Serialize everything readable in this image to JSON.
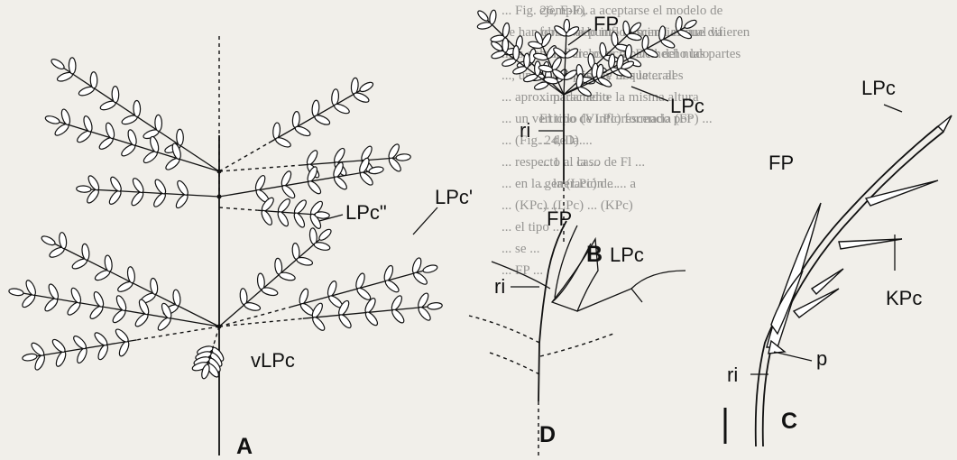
{
  "background_text": [
    "... Fig. 26, E-F).",
    "Se han observado inflorescencias que difieren",
    "más con tres ciclos y, a partir del nudo",
    "..., un eje principal y dos laterales",
    "... aproximadamente la misma altura",
    "... un verticilo (VLPc) formado por",
    "... (Fig. 24, D).",
    "... respecto al caso de Fl ...",
    "... en la generación ...",
    "... (KPc) ...",
    "... el tipo ...",
    "... se ...",
    "... FP ...",
    "ejemplo, a aceptarse el modelo de",
    "forma al punto terminal el cual va",
    "la inflorescencia. De hecho las partes",
    "como posible ... que ... al",
    "... paracladio",
    "El tipo de inflorescencia (FP) ...",
    "... de la ...",
    "... 1 ... la ...",
    "... la (LPc) de ... a",
    "... (LPc) ... (KPc)"
  ],
  "panels": {
    "A": {
      "letter": "A",
      "labels": {
        "lpc2": "LPc\"",
        "lpc1": "LPc'",
        "vlpc": "vLPc"
      }
    },
    "B": {
      "letter": "B",
      "labels": {
        "fp": "FP",
        "lpc": "LPc",
        "ri": "ri"
      }
    },
    "C": {
      "letter": "C",
      "labels": {
        "lpc": "LPc",
        "fp": "FP",
        "kpc": "KPc",
        "ri": "ri",
        "p": "p"
      }
    },
    "D": {
      "letter": "D",
      "labels": {
        "fp": "FP",
        "lpc": "LPc",
        "ri": "ri"
      }
    }
  }
}
